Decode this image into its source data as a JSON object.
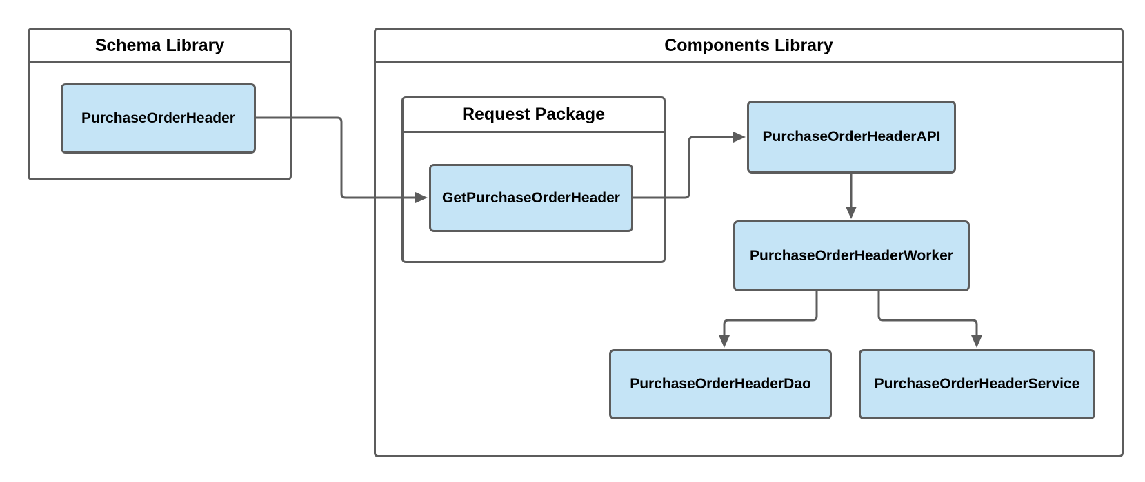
{
  "containers": {
    "schema_library": {
      "title": "Schema Library"
    },
    "components_library": {
      "title": "Components Library"
    },
    "request_package": {
      "title": "Request Package"
    }
  },
  "nodes": {
    "purchase_order_header": "PurchaseOrderHeader",
    "get_purchase_order_header": "GetPurchaseOrderHeader",
    "purchase_order_header_api": "PurchaseOrderHeaderAPI",
    "purchase_order_header_worker": "PurchaseOrderHeaderWorker",
    "purchase_order_header_dao": "PurchaseOrderHeaderDao",
    "purchase_order_header_service": "PurchaseOrderHeaderService"
  },
  "edges": [
    {
      "from": "PurchaseOrderHeader",
      "to": "GetPurchaseOrderHeader"
    },
    {
      "from": "GetPurchaseOrderHeader",
      "to": "PurchaseOrderHeaderAPI"
    },
    {
      "from": "PurchaseOrderHeaderAPI",
      "to": "PurchaseOrderHeaderWorker"
    },
    {
      "from": "PurchaseOrderHeaderWorker",
      "to": "PurchaseOrderHeaderDao"
    },
    {
      "from": "PurchaseOrderHeaderWorker",
      "to": "PurchaseOrderHeaderService"
    }
  ],
  "colors": {
    "node_fill": "#c5e4f6",
    "stroke": "#5c5c5c",
    "text": "#000000",
    "background": "#ffffff"
  }
}
